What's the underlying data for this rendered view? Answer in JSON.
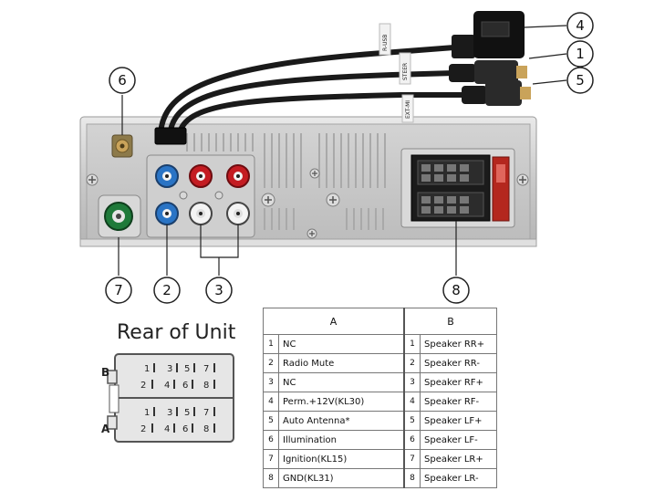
{
  "callouts": [
    "4",
    "1",
    "5",
    "6",
    "7",
    "2",
    "3",
    "8"
  ],
  "cable_labels": {
    "steer": "STEER",
    "extmic": "EXT-MI",
    "usb": "R-USB"
  },
  "rear": {
    "title": "Rear of Unit",
    "row_b_label": "B",
    "row_a_label": "A",
    "row_b_pins": [
      "1",
      "3",
      "5",
      "7",
      "2",
      "4",
      "6",
      "8"
    ],
    "row_a_pins": [
      "1",
      "3",
      "5",
      "7",
      "2",
      "4",
      "6",
      "8"
    ]
  },
  "table": {
    "header_a": "A",
    "header_b": "B",
    "rows": [
      {
        "num_a": "1",
        "a": "NC",
        "num_b": "1",
        "b": "Speaker RR+"
      },
      {
        "num_a": "2",
        "a": "Radio Mute",
        "num_b": "2",
        "b": "Speaker RR-"
      },
      {
        "num_a": "3",
        "a": "NC",
        "num_b": "3",
        "b": "Speaker RF+"
      },
      {
        "num_a": "4",
        "a": "Perm.+12V(KL30)",
        "num_b": "4",
        "b": "Speaker RF-"
      },
      {
        "num_a": "5",
        "a": "Auto Antenna*",
        "num_b": "5",
        "b": "Speaker LF+"
      },
      {
        "num_a": "6",
        "a": "Illumination",
        "num_b": "6",
        "b": "Speaker LF-"
      },
      {
        "num_a": "7",
        "a": "Ignition(KL15)",
        "num_b": "7",
        "b": "Speaker LR+"
      },
      {
        "num_a": "8",
        "a": "GND(KL31)",
        "num_b": "8",
        "b": "Speaker LR-"
      }
    ]
  }
}
